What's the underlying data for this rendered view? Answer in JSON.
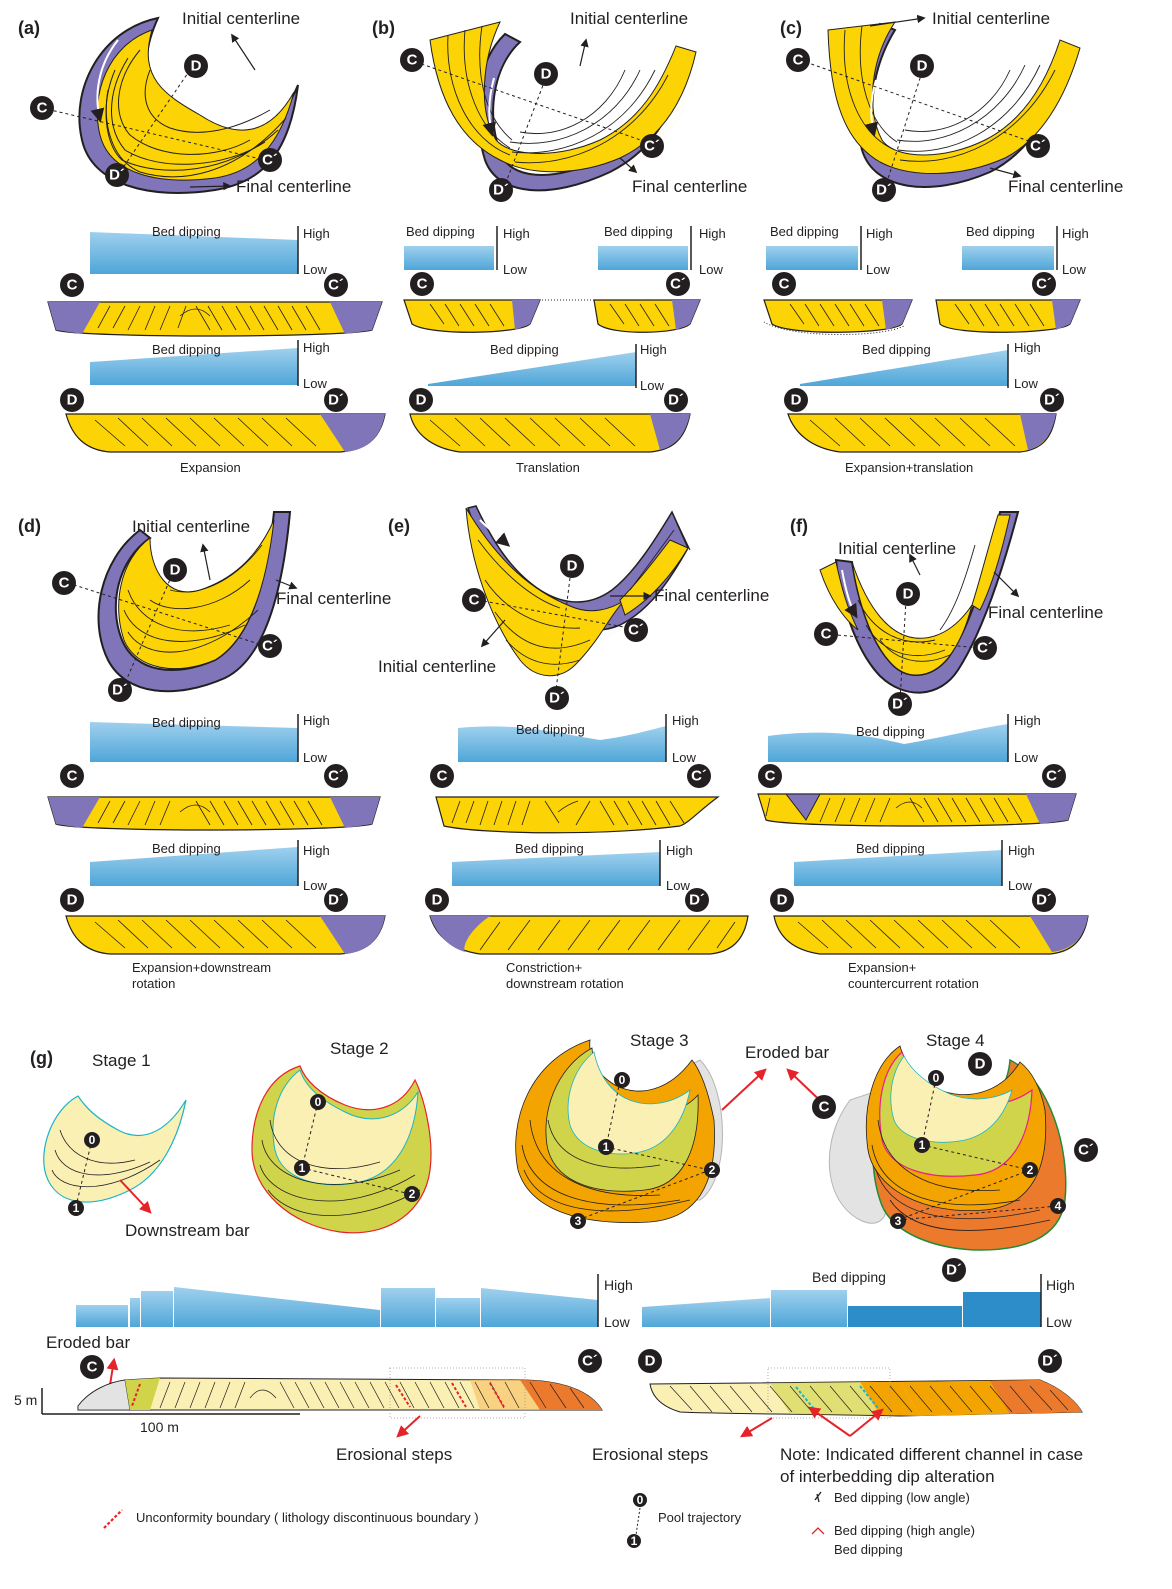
{
  "panels": [
    {
      "letter": "(a)",
      "initial": "Initial centerline",
      "final": "Final centerline",
      "caption": "Expansion"
    },
    {
      "letter": "(b)",
      "initial": "Initial centerline",
      "final": "Final centerline",
      "caption": "Translation"
    },
    {
      "letter": "(c)",
      "initial": "Initial centerline",
      "final": "Final centerline",
      "caption": "Expansion+translation"
    },
    {
      "letter": "(d)",
      "initial": "Initial centerline",
      "final": "Final centerline",
      "caption_1": "Expansion+downstream",
      "caption_2": "rotation"
    },
    {
      "letter": "(e)",
      "initial": "Initial centerline",
      "final": "Final centerline",
      "caption_1": "Constriction+",
      "caption_2": "downstream rotation"
    },
    {
      "letter": "(f)",
      "initial": "Initial centerline",
      "final": "Final centerline",
      "caption_1": "Expansion+",
      "caption_2": "countercurrent rotation"
    }
  ],
  "section_labels": {
    "C": "C",
    "C_prime": "C´",
    "D": "D",
    "D_prime": "D´",
    "bed_dipping": "Bed dipping",
    "high": "High",
    "low": "Low"
  },
  "g": {
    "letter": "(g)",
    "stages": [
      "Stage 1",
      "Stage 2",
      "Stage 3",
      "Stage 4"
    ],
    "downstream_bar": "Downstream bar",
    "eroded_bar": "Eroded bar",
    "erosional_steps": "Erosional steps",
    "note_1": "Note: Indicated different channel in case",
    "note_2": "of interbedding dip alteration",
    "scale_v": "5 m",
    "scale_h": "100 m",
    "pool_points": [
      "0",
      "1",
      "2",
      "3",
      "4"
    ]
  },
  "legend": {
    "unconformity": "Unconformity  boundary ( lithology discontinuous boundary )",
    "pool": "Pool trajectory",
    "dip_low": "Bed dipping (low angle)",
    "dip_high": "Bed dipping (high angle)",
    "dip": "Bed dipping"
  },
  "colors": {
    "yellow": "#fcd405",
    "purple": "#8075b8",
    "blue": "#6cb6e0",
    "pale": "#fbf0b4",
    "orange": "#f4a400",
    "dark_orange": "#ec7a2c",
    "green_yellow": "#cfd44a",
    "grey": "#e3e3e3",
    "red": "#e5242a"
  }
}
